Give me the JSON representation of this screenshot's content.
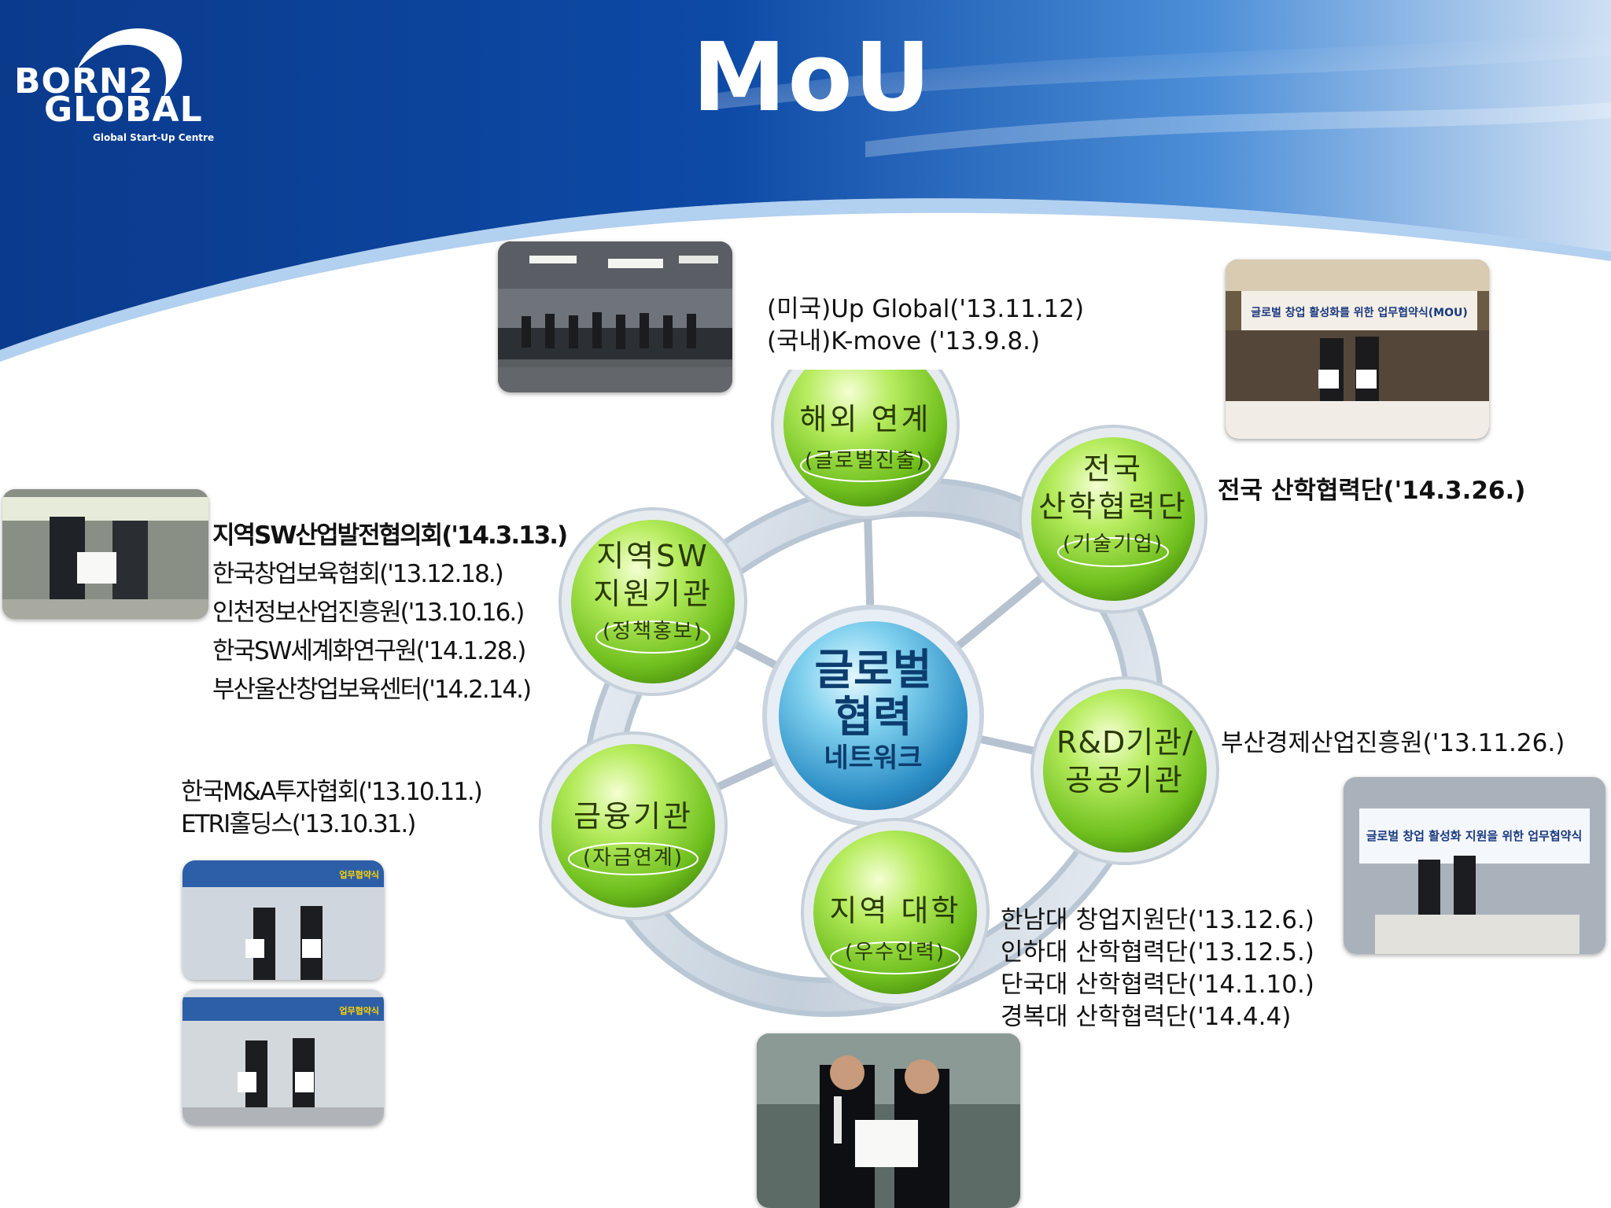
{
  "logo": {
    "line1": "BORN2",
    "line2": "GLOBAL",
    "subtitle": "Global Start-Up Centre"
  },
  "title": "MoU",
  "hub": {
    "line1": "글로벌",
    "line2": "협력",
    "line3": "네트워크"
  },
  "nodes": {
    "overseas": {
      "main": "해외 연계",
      "sub": "(글로벌진출)"
    },
    "national": {
      "main1": "전국",
      "main2": "산학협력단",
      "sub": "(기술기업)"
    },
    "regional_sw": {
      "main1": "지역SW",
      "main2": "지원기관",
      "sub": "(정책홍보)"
    },
    "rnd": {
      "main1": "R&D기관/",
      "main2": "공공기관"
    },
    "finance": {
      "main": "금융기관",
      "sub": "(자금연계)"
    },
    "university": {
      "main": "지역 대학",
      "sub": "(우수인력)"
    }
  },
  "annotations": {
    "overseas": [
      "(미국)Up Global('13.11.12)",
      "(국내)K-move ('13.9.8.)"
    ],
    "national": "전국 산학협력단('14.3.26.)",
    "regional_sw_bold": "지역SW산업발전협의회('14.3.13.)",
    "regional_sw": [
      "한국창업보육협회('13.12.18.)",
      "인천정보산업진흥원('13.10.16.)",
      "한국SW세계화연구원('14.1.28.)",
      "부산울산창업보육센터('14.2.14.)"
    ],
    "rnd": "부산경제산업진흥원('13.11.26.)",
    "finance": [
      "한국M&A투자협회('13.10.11.)",
      "ETRI홀딩스('13.10.31.)"
    ],
    "university": [
      "한남대 창업지원단('13.12.6.)",
      "인하대 산학협력단('13.12.5.)",
      "단국대 산학협력단('14.1.10.)",
      "경복대 산학협력단('14.4.4)"
    ]
  },
  "photo_banners": {
    "top_right": "글로벌 창업 활성화를 위한 업무협약식(MOU)",
    "right": "글로벌 창업 활성화 지원을 위한 업무협약식",
    "left_bottom_1": "업무협약식",
    "left_bottom_2": "업무협약식"
  },
  "colors": {
    "header_dark": "#0a3d8f",
    "header_light": "#3f86d6",
    "node_green": "#8fd43a",
    "hub_blue": "#3aa6d8"
  }
}
